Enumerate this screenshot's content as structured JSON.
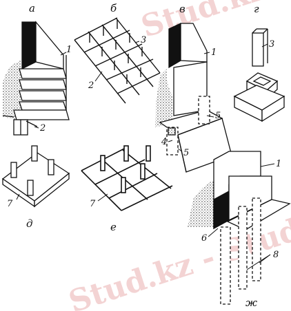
{
  "panels": {
    "a": "а",
    "b": "б",
    "v": "в",
    "g": "г",
    "d": "д",
    "e": "е",
    "zh": "ж"
  },
  "numbers": {
    "a_1": "1",
    "a_2": "2",
    "b_3": "3",
    "b_2": "2",
    "v_1": "1",
    "v_4": "4",
    "v_5a": "5",
    "v_5b": "5",
    "g_3": "3",
    "d_7": "7",
    "e_7": "7",
    "zh_1": "1",
    "zh_6": "6",
    "zh_8": "8"
  },
  "watermark": "Stud.kz - Stud.kz",
  "colors": {
    "ink": "#111111",
    "watermark": "#f3d3d3"
  }
}
